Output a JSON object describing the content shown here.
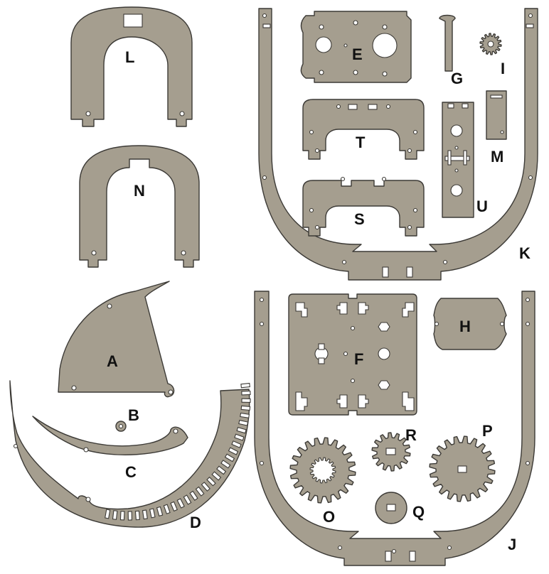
{
  "part_labels": {
    "L": "L",
    "N": "N",
    "A": "A",
    "B": "B",
    "C": "C",
    "D": "D",
    "E": "E",
    "T": "T",
    "S": "S",
    "G": "G",
    "I": "I",
    "U": "U",
    "M": "M",
    "K": "K",
    "F": "F",
    "H": "H",
    "R": "R",
    "P": "P",
    "O": "O",
    "Q": "Q",
    "J": "J"
  },
  "colors": {
    "part_fill": "#a59e8f",
    "outline": "#3c3a36",
    "background": "#ffffff"
  }
}
